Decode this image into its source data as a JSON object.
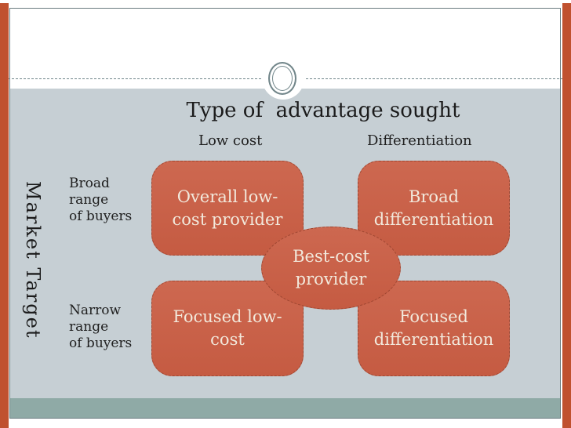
{
  "slide": {
    "title": "Type of  advantage sought",
    "columns": [
      {
        "label": "Low cost"
      },
      {
        "label": "Differentiation"
      }
    ],
    "vertical_axis": "Market Target",
    "rows": [
      {
        "label": "Broad\nrange\nof buyers"
      },
      {
        "label": "Narrow\nrange\nof buyers"
      }
    ],
    "strategy_boxes": [
      {
        "label": "Overall low-\ncost provider"
      },
      {
        "label": "Broad\ndifferentiation"
      },
      {
        "label": "Focused low-\ncost"
      },
      {
        "label": "Focused\ndifferentiation"
      }
    ],
    "center_shape": {
      "label": "Best-cost\nprovider"
    },
    "colors": {
      "accent_bar": "#c0512f",
      "panel_background": "#c6cfd4",
      "footer_strip": "#8faaa6",
      "shape_fill": "#c96149",
      "shape_border": "#9e4631",
      "shape_text": "#f2e9dc",
      "dark_text": "#202020",
      "frame_line": "#697b7f"
    }
  }
}
